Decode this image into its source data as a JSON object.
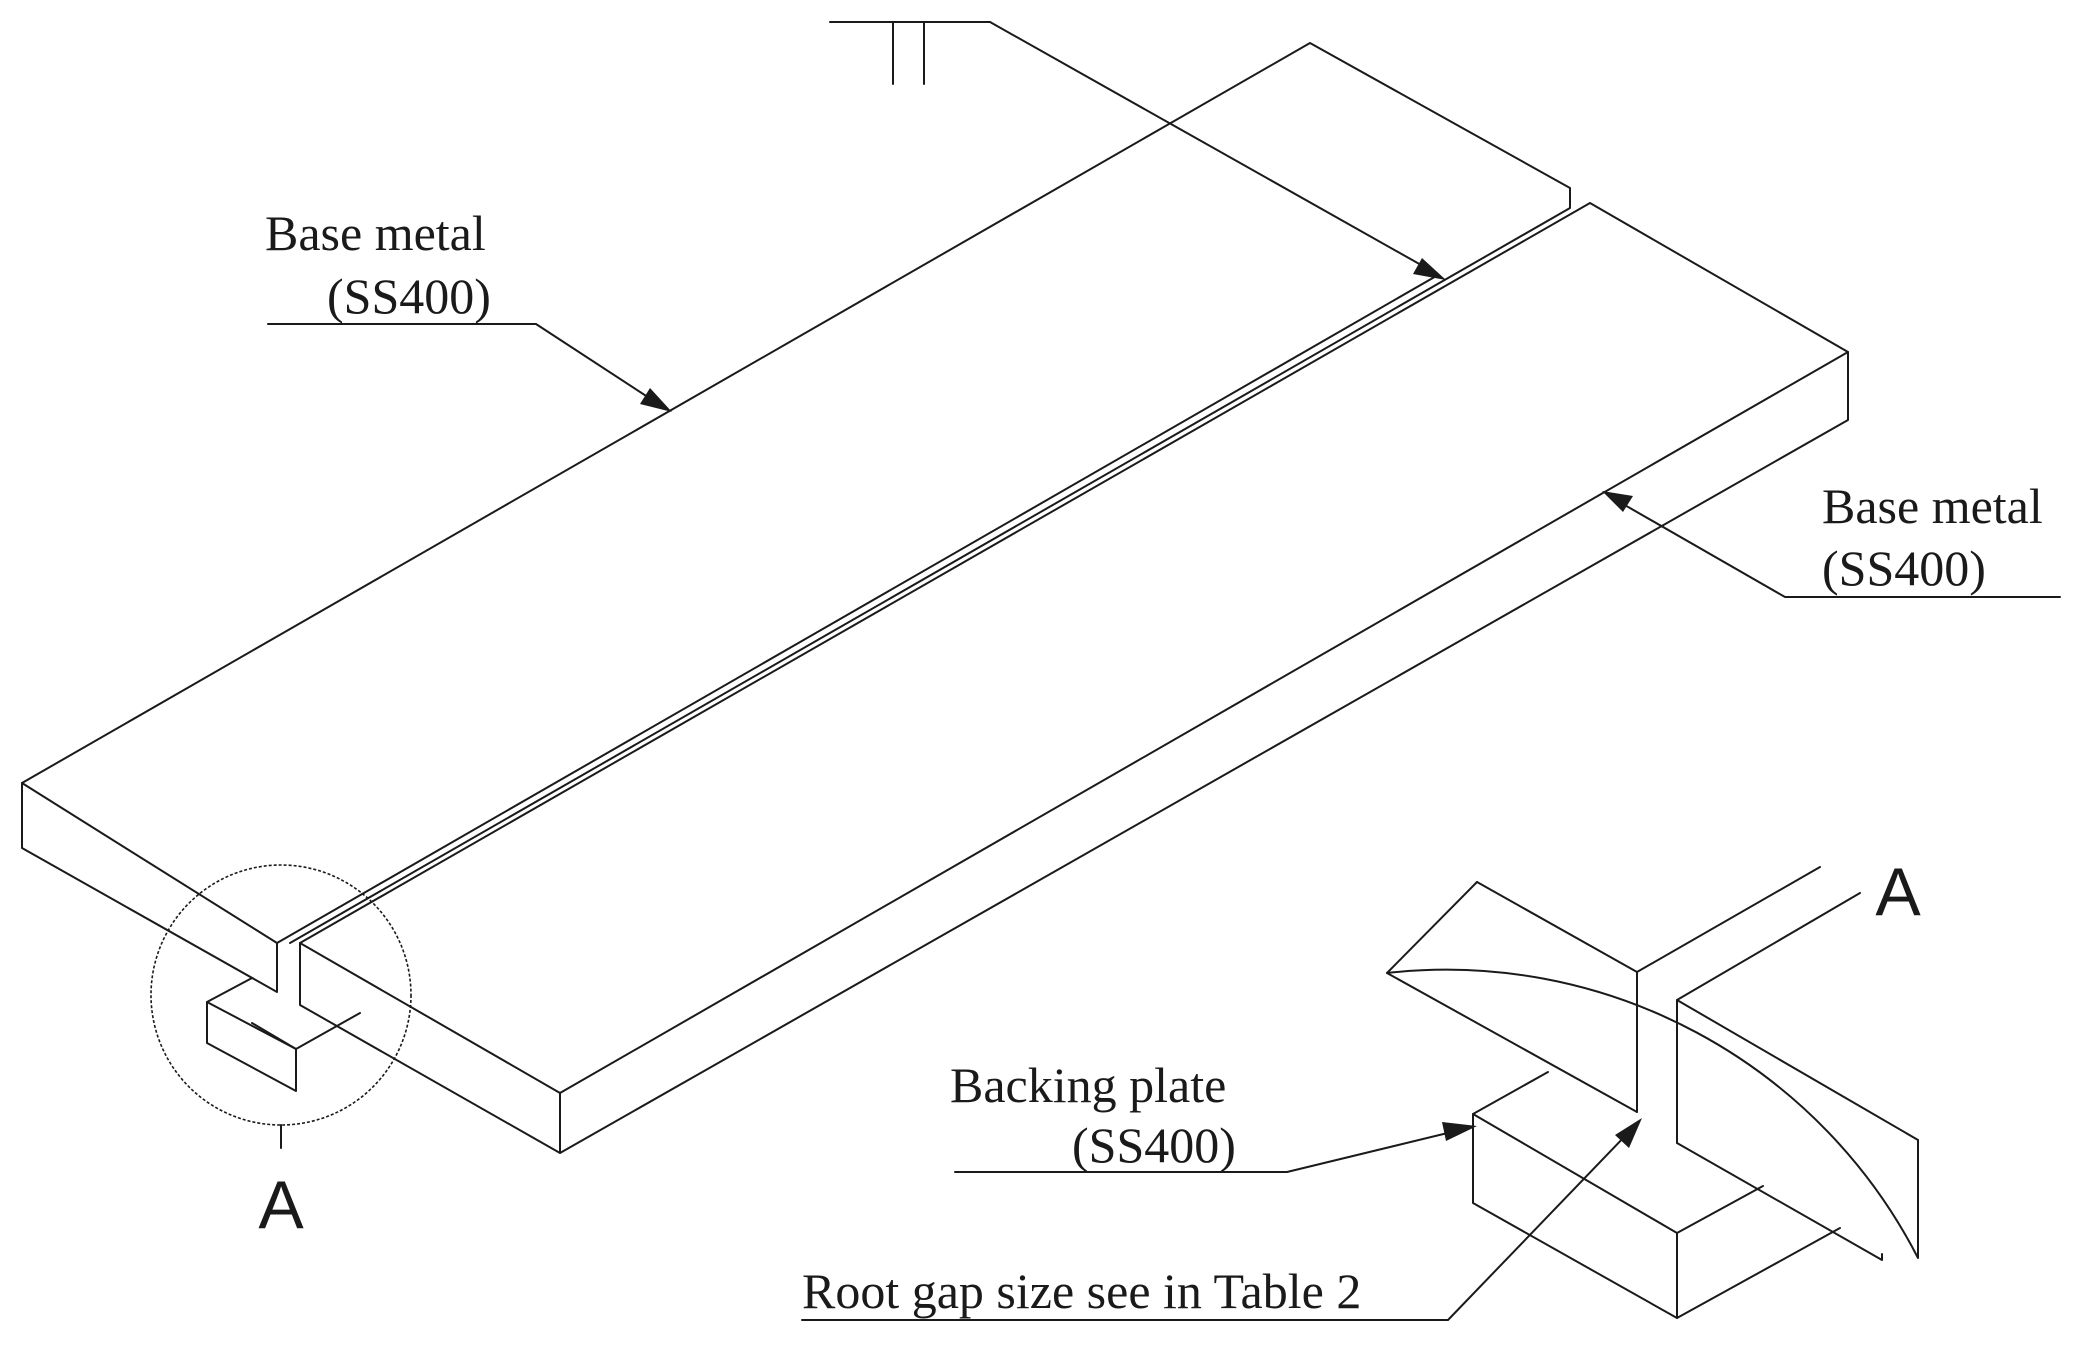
{
  "labels": {
    "base_metal_left": {
      "line1": "Base metal",
      "line2": "(SS400)"
    },
    "base_metal_right": {
      "line1": "Base metal",
      "line2": "(SS400)"
    },
    "backing_plate": {
      "line1": "Backing plate",
      "line2": "(SS400)"
    },
    "root_gap": "Root gap size see in Table 2",
    "detail_marker": "A",
    "detail_title": "A"
  }
}
